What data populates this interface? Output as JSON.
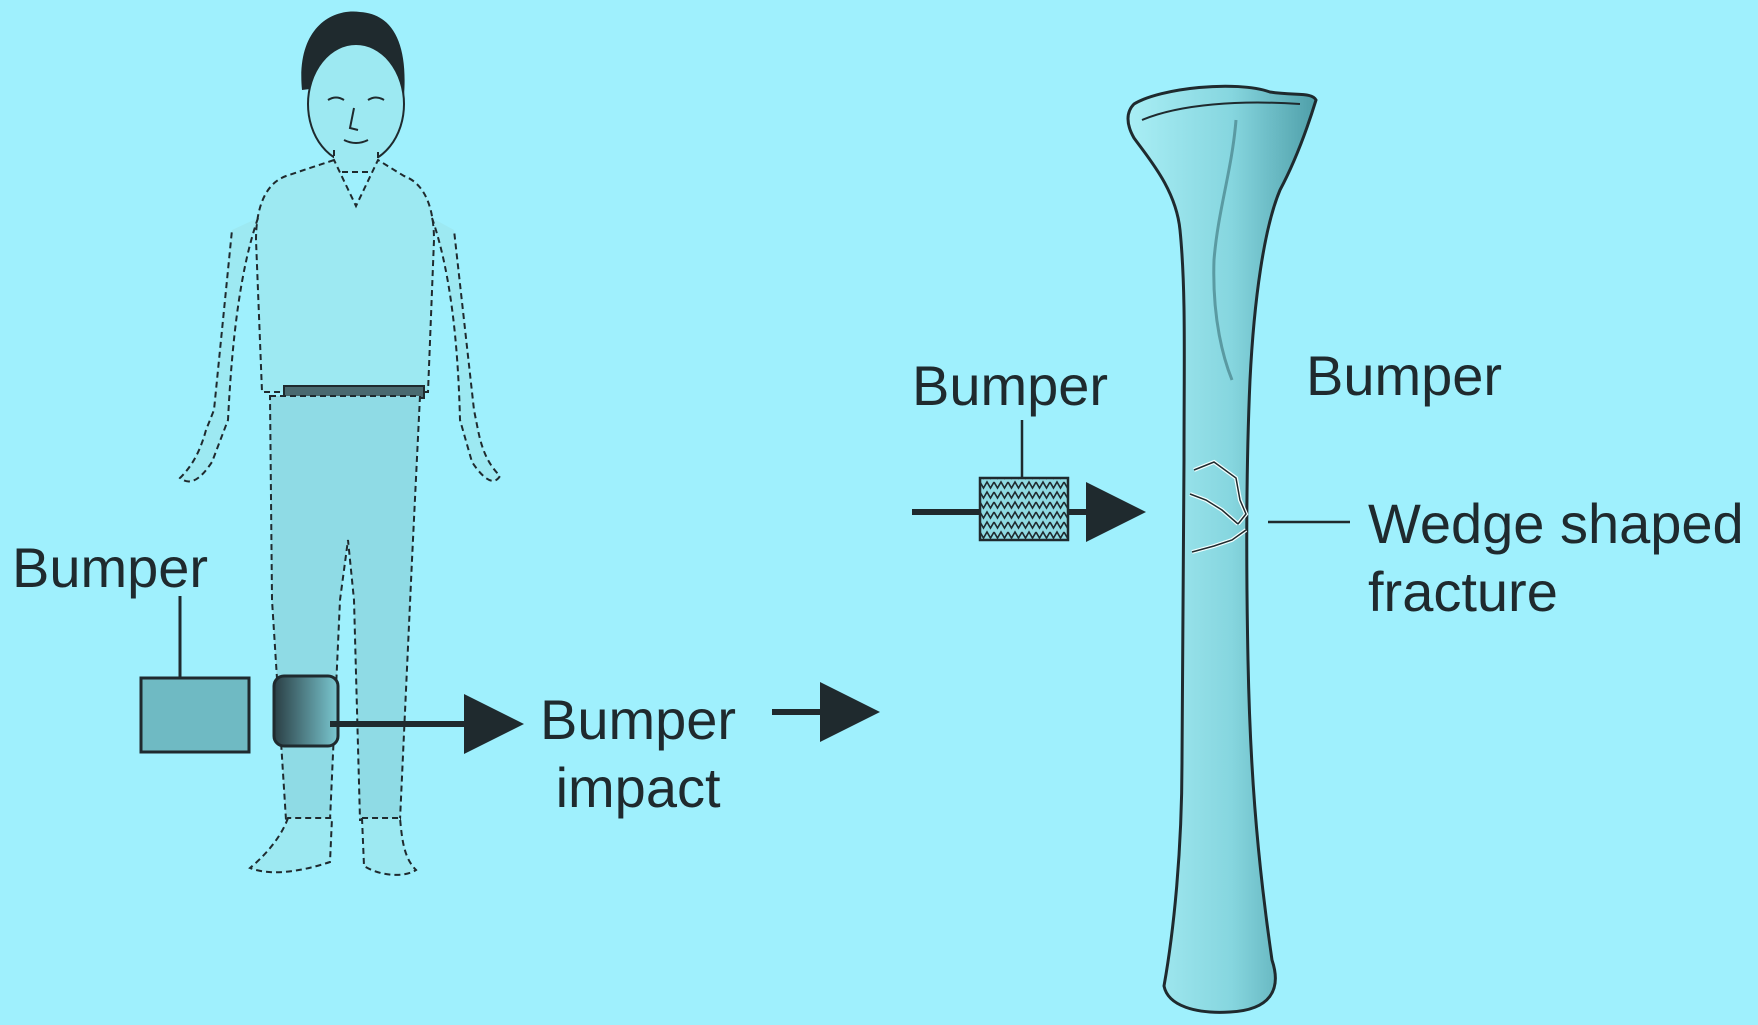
{
  "labels": {
    "bumper_left": "Bumper",
    "bumper_impact_line1": "Bumper",
    "bumper_impact_line2": "impact",
    "bumper_pad": "Bumper",
    "bumper_right": "Bumper",
    "wedge_line1": "Wedge shaped",
    "wedge_line2": "fracture"
  },
  "colors": {
    "background": "#9ff0fd",
    "line": "#1f2a2e",
    "bone_fill": "#8fdfe8",
    "bone_shade": "#5fb3bd"
  }
}
